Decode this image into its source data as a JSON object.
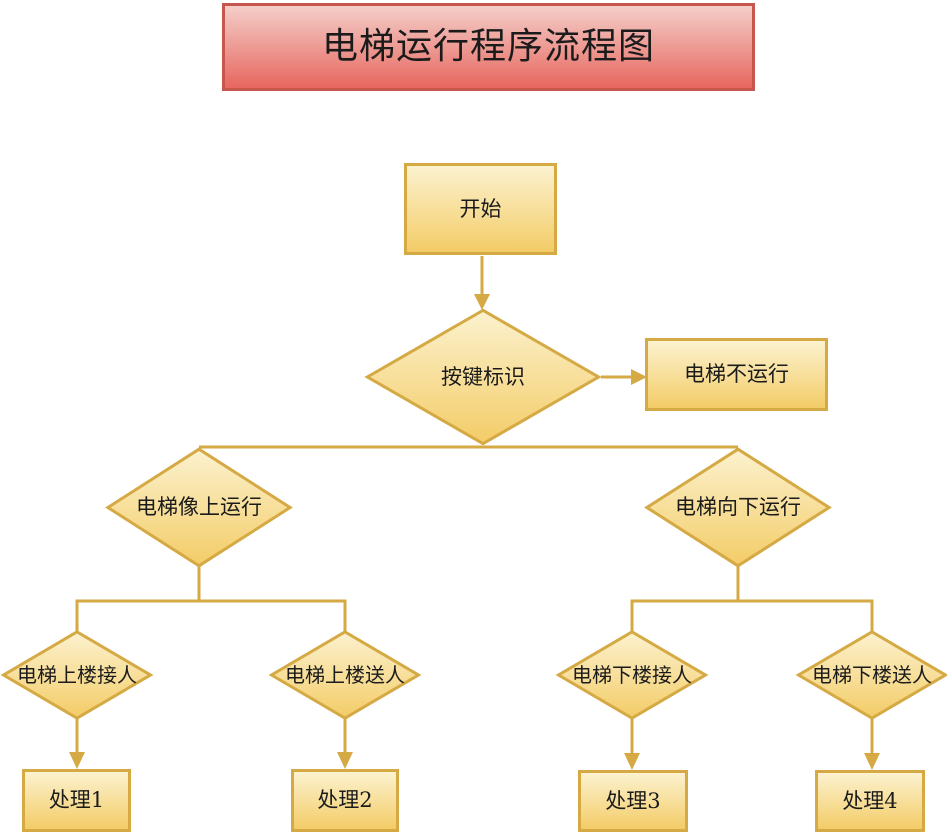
{
  "title": "电梯运行程序流程图",
  "nodes": {
    "start": {
      "label": "开始",
      "shape": "rectangle"
    },
    "key_check": {
      "label": "按键标识",
      "shape": "diamond"
    },
    "not_running": {
      "label": "电梯不运行",
      "shape": "rectangle"
    },
    "run_up": {
      "label": "电梯像上运行",
      "shape": "diamond"
    },
    "run_down": {
      "label": "电梯向下运行",
      "shape": "diamond"
    },
    "up_pick": {
      "label": "电梯上楼接人",
      "shape": "diamond"
    },
    "up_send": {
      "label": "电梯上楼送人",
      "shape": "diamond"
    },
    "down_pick": {
      "label": "电梯下楼接人",
      "shape": "diamond"
    },
    "down_send": {
      "label": "电梯下楼送人",
      "shape": "diamond"
    },
    "process1": {
      "label": "处理1",
      "shape": "rectangle"
    },
    "process2": {
      "label": "处理2",
      "shape": "rectangle"
    },
    "process3": {
      "label": "处理3",
      "shape": "rectangle"
    },
    "process4": {
      "label": "处理4",
      "shape": "rectangle"
    }
  },
  "colors": {
    "node_border": "#D5A944",
    "node_fill_top": "#FCF2CF",
    "node_fill_bottom": "#F3CC67",
    "connector": "#D5A944",
    "title_border": "#C5574F",
    "title_fill_top": "#F4CEC9",
    "title_fill_bottom": "#E7675F",
    "text": "#1B1B1B"
  }
}
